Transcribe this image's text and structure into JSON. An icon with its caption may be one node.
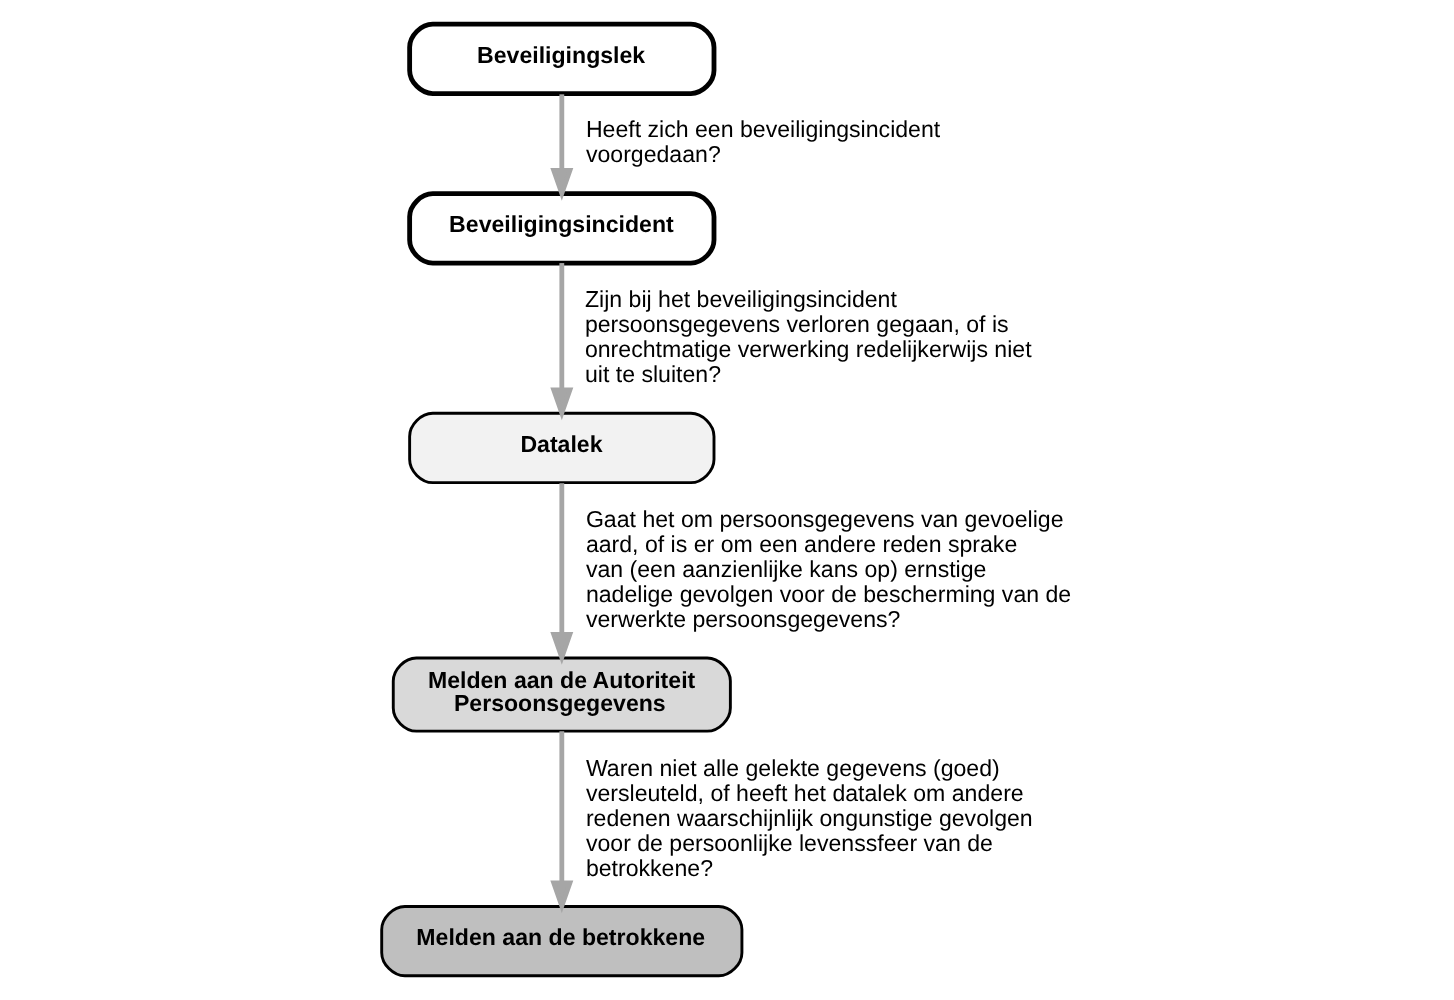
{
  "diagram": {
    "nodes": [
      {
        "text": [
          "Beveiligingslek"
        ]
      },
      {
        "text": [
          "Beveiligingsincident"
        ]
      },
      {
        "text": [
          "Datalek"
        ]
      },
      {
        "text": [
          "Melden aan de Autoriteit Persoonsgegevens"
        ]
      },
      {
        "text": [
          "Melden aan de betrokkene"
        ]
      }
    ],
    "edges": [
      {
        "from": 0,
        "to": 1,
        "arrow": "to",
        "label": "Heeft zich een beveiligingsincident voorgedaan?"
      },
      {
        "from": 1,
        "to": 2,
        "arrow": "to",
        "label": "Zijn bij het beveiligingsincident persoonsgegevens verloren gegaan, of is onrechtmatige verwerking redelijkerwijs niet uit te sluiten?"
      },
      {
        "from": 2,
        "to": 3,
        "arrow": "to",
        "label": "Gaat het om persoonsgegevens van gevoelige aard, of is er om een andere reden sprake van (een aanzienlijke kans op) ernstige nadelige gevolgen voor de bescherming van de verwerkte persoonsgegevens?"
      },
      {
        "from": 3,
        "to": 4,
        "arrow": "to",
        "label": "Waren niet alle gelekte gegevens (goed) versleuteld, of heeft het datalek om andere redenen waarschijnlijk ongunstige gevolgen voor de persoonlijke levenssfeer van de betrokkene?"
      }
    ]
  }
}
